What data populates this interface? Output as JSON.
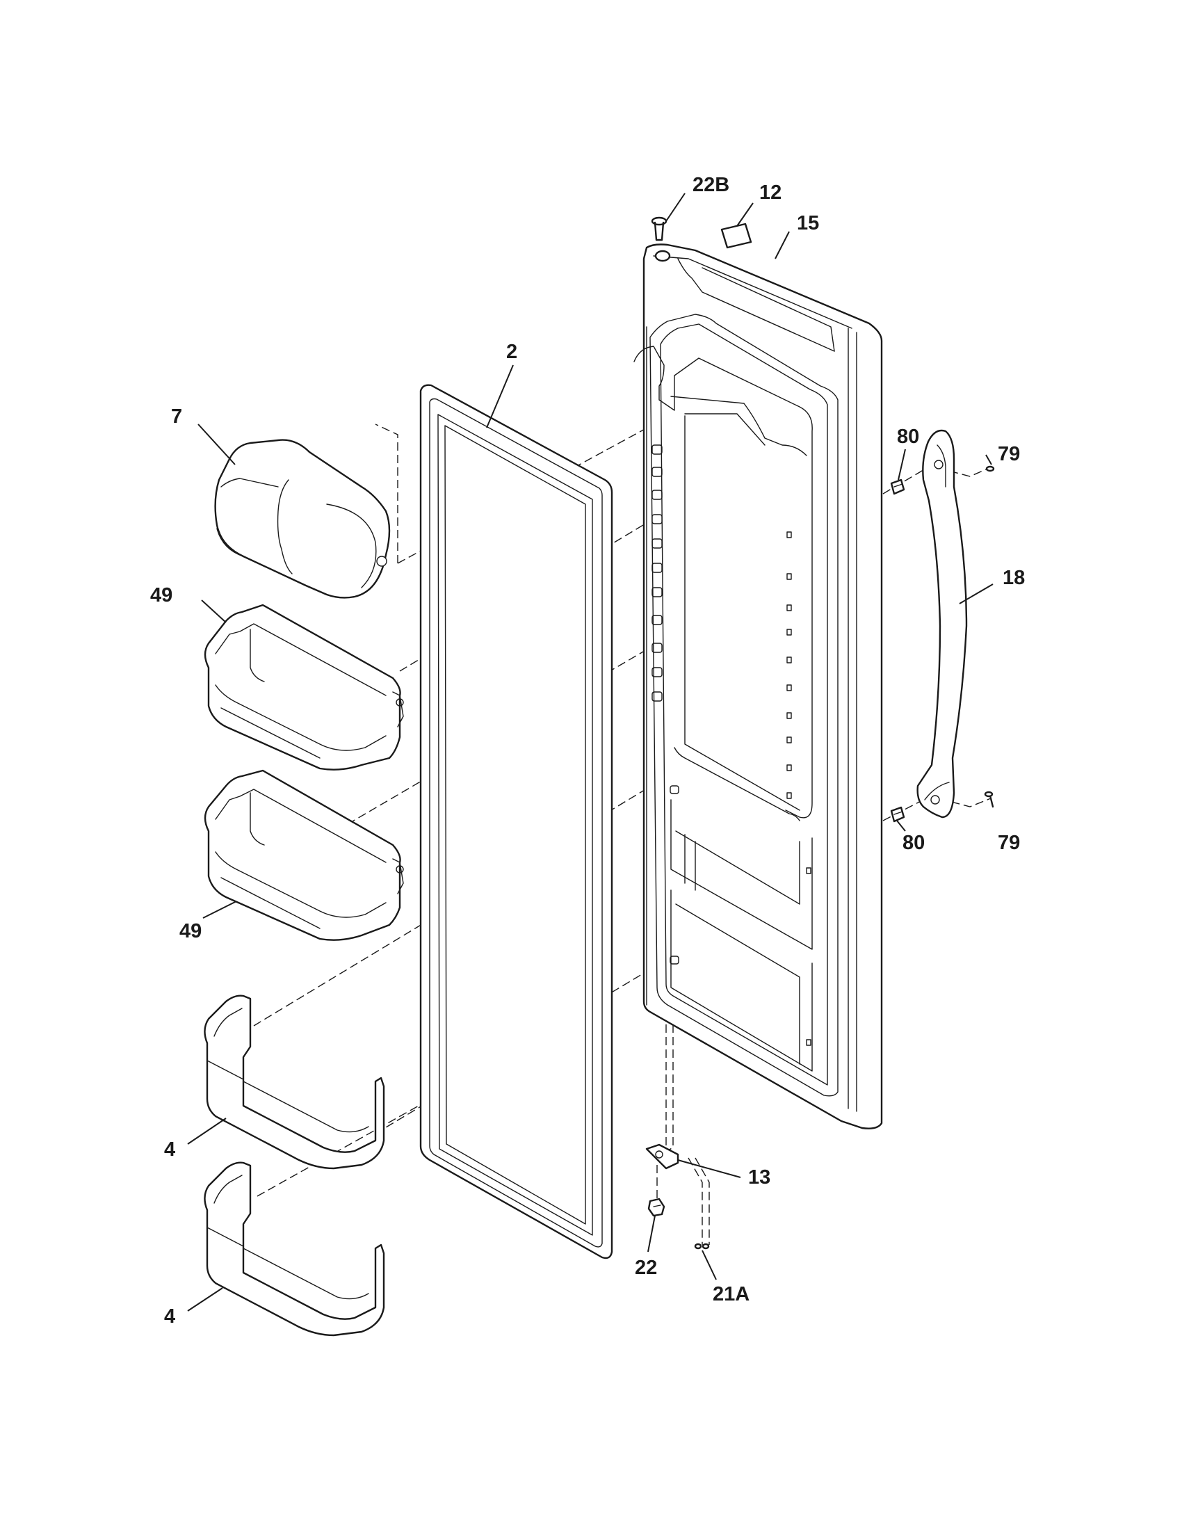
{
  "diagram": {
    "callouts": {
      "c_22B": "22B",
      "c_12": "12",
      "c_15": "15",
      "c_2": "2",
      "c_7": "7",
      "c_80_top": "80",
      "c_79_top": "79",
      "c_18": "18",
      "c_49_top": "49",
      "c_49_bottom": "49",
      "c_80_bottom": "80",
      "c_79_bottom": "79",
      "c_4_top": "4",
      "c_4_bottom": "4",
      "c_13": "13",
      "c_22": "22",
      "c_21A": "21A"
    }
  }
}
